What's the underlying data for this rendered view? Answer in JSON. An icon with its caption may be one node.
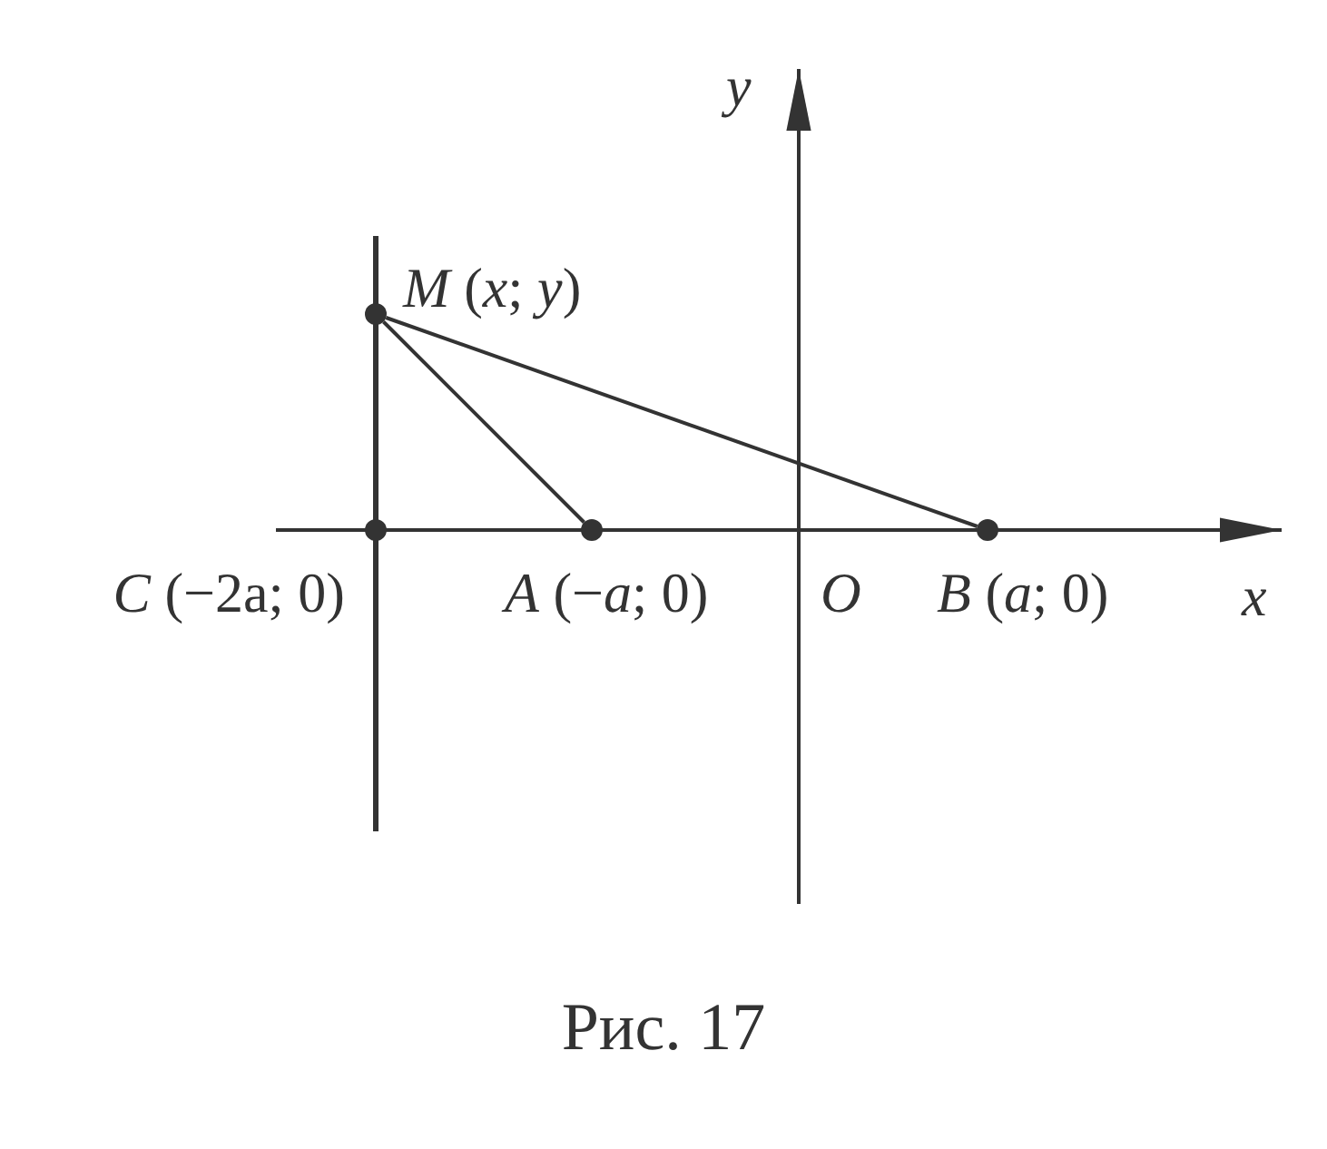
{
  "diagram": {
    "caption": "Рис. 17",
    "nodes": [
      {
        "text": [],
        "shape": "circle",
        "beside": [
          "*M* (*x*; *y*)"
        ]
      },
      {
        "text": [],
        "shape": "circle",
        "beside": [
          "*C* (−2a; 0)"
        ]
      },
      {
        "text": [],
        "shape": "circle",
        "beside": [
          "*A* (−*a*; 0)"
        ]
      },
      {
        "text": [],
        "shape": "circle",
        "beside": [
          "*B* (*a*; 0)"
        ]
      }
    ],
    "edges": [
      {
        "from": 0,
        "to": 2,
        "arrow": "none"
      },
      {
        "from": 0,
        "to": 3,
        "arrow": "none"
      }
    ],
    "labels": [
      "*y*",
      "*O*",
      "*x*"
    ]
  }
}
